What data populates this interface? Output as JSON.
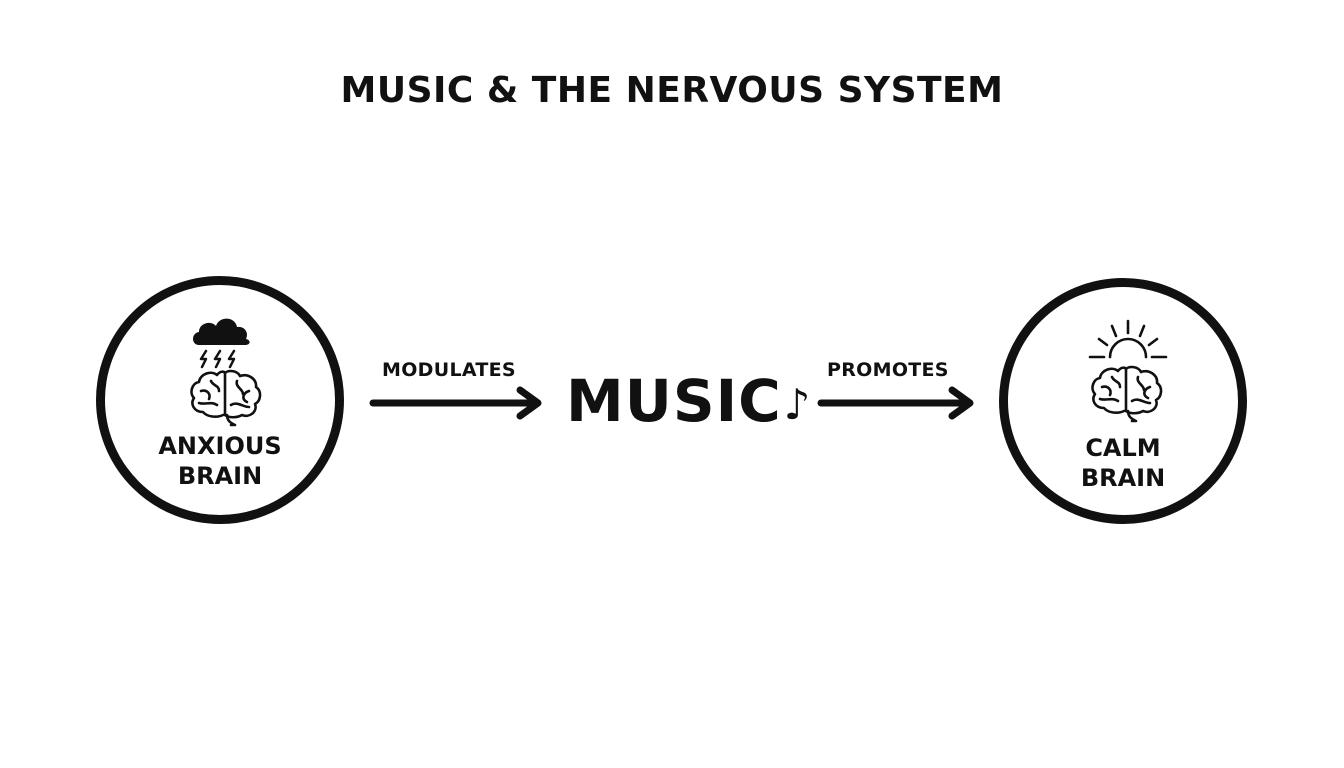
{
  "title": "MUSIC & THE NERVOUS SYSTEM",
  "nodes": {
    "anxious": {
      "line1": "ANXIOUS",
      "line2": "BRAIN",
      "icons": [
        "storm-cloud-icon",
        "brain-icon"
      ]
    },
    "calm": {
      "line1": "CALM",
      "line2": "BRAIN",
      "icons": [
        "sun-icon",
        "brain-icon"
      ]
    }
  },
  "center": {
    "label": "MUSIC",
    "note_glyph": "♪"
  },
  "edges": [
    {
      "label": "MODULATES"
    },
    {
      "label": "PROMOTES"
    }
  ],
  "colors": {
    "ink": "#111111",
    "background": "#ffffff"
  }
}
